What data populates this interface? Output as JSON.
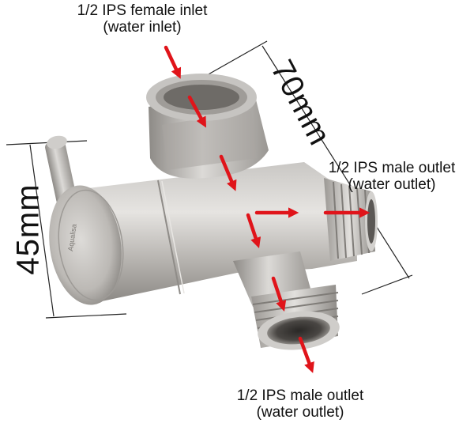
{
  "labels": {
    "inlet": {
      "line1": "1/2 IPS female inlet",
      "line2": "(water inlet)"
    },
    "outlet_side": {
      "line1": "1/2 IPS male outlet",
      "line2": "(water outlet)"
    },
    "outlet_bottom": {
      "line1": "1/2 IPS male outlet",
      "line2": "(water outlet)"
    }
  },
  "dimensions": {
    "length": "70mm",
    "height": "45mm"
  },
  "engraving": "Aqualisa",
  "colors": {
    "arrow": "#e0141a",
    "metal_light": "#d9d7d4",
    "metal_mid": "#b8b5b1",
    "metal_dark": "#7d7a76",
    "dimension_line": "#222222"
  }
}
